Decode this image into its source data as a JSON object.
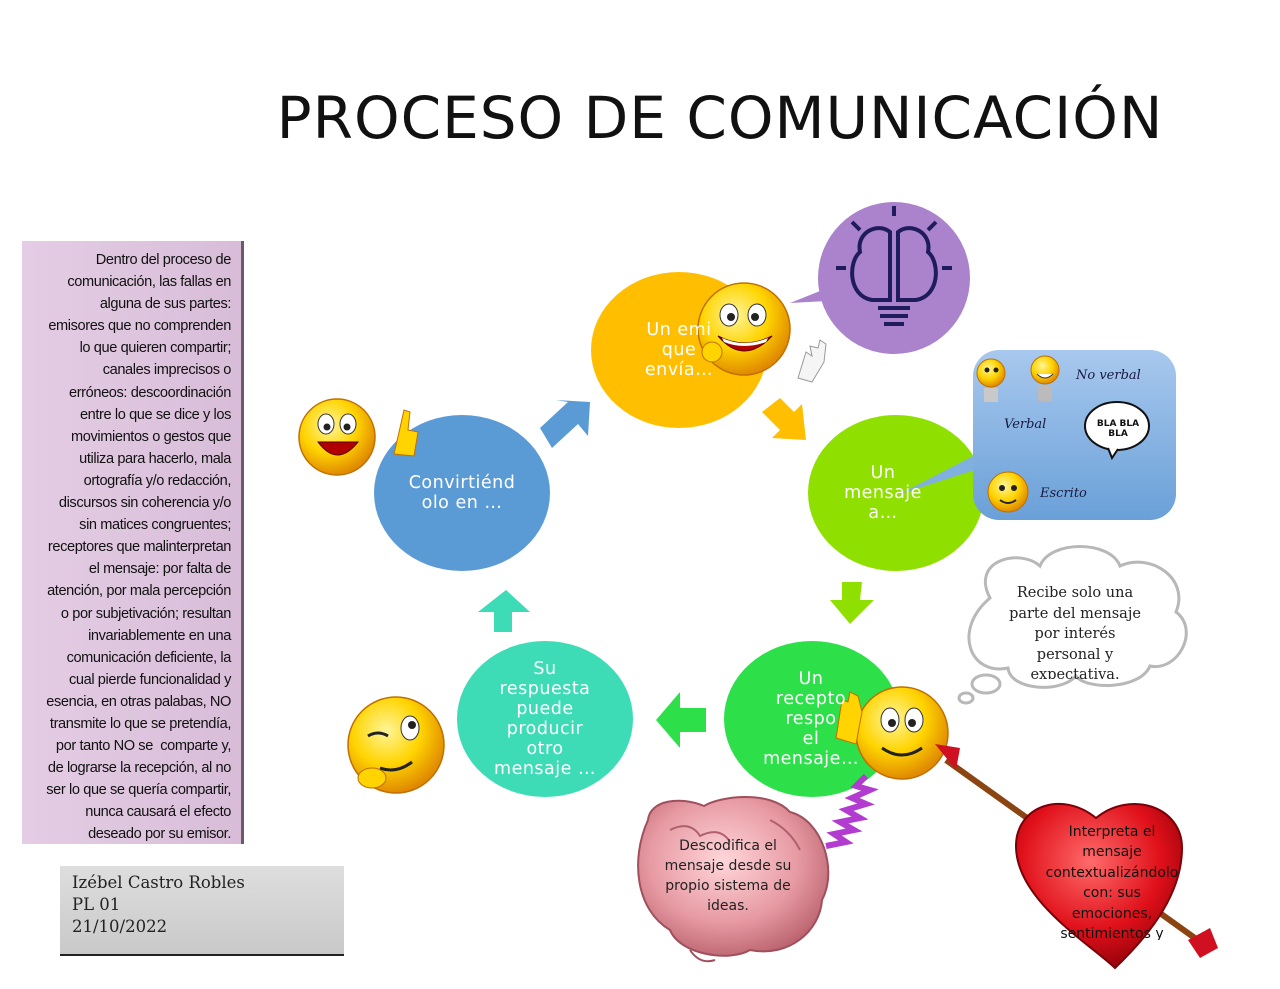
{
  "title": "PROCESO DE COMUNICACIÓN",
  "sidebar": {
    "lines": [
      "Dentro del proceso de",
      "comunicación, las fallas en",
      "alguna de sus partes:",
      "emisores que no comprenden",
      "lo que quieren compartir;",
      "canales imprecisos o",
      "erróneos: descoordinación",
      "entre lo que se dice y los",
      "movimientos o gestos que",
      "utiliza para hacerlo, mala",
      "ortografía y/o redacción,",
      "discursos sin coherencia y/o",
      "sin matices congruentes;",
      "receptores que malinterpretan",
      "el mensaje: por falta de",
      "atención, por mala percepción",
      "o por subjetivación; resultan",
      "invariablemente en una",
      "comunicación deficiente, la",
      "cual pierde funcionalidad y",
      "esencia, en otras palabas, NO",
      "transmite lo que se pretendía,",
      "por tanto NO se  comparte y,",
      "de lograrse la recepción, al no",
      "ser lo que se quería compartir,",
      "nunca causará el efecto",
      "deseado por su emisor."
    ]
  },
  "author": {
    "name": "Izébel Castro Robles",
    "group": "PL 01",
    "date": "21/10/2022"
  },
  "cycle": {
    "emisor": [
      "Un emi",
      "que",
      "envía…"
    ],
    "mensaje": [
      "Un",
      "mensaje",
      "a…"
    ],
    "receptor": [
      "Un",
      "recepto",
      "respo",
      "el",
      "mensaje…"
    ],
    "respuesta": [
      "Su",
      "respuesta",
      "puede",
      "producir",
      "otro",
      "mensaje …"
    ],
    "convirtiendo": [
      "Convirtiénd",
      "olo en …"
    ]
  },
  "callouts": {
    "no_verbal": "No verbal",
    "verbal": "Verbal",
    "bla": "BLA BLA BLA",
    "escrito": "Escrito",
    "cloud": [
      "Recibe solo una",
      "parte del mensaje",
      "por interés",
      "personal y",
      "expectativa."
    ],
    "brain": [
      "Descodifica el",
      "mensaje desde su",
      "propio sistema de",
      "ideas."
    ],
    "heart": [
      "Interpreta el",
      "mensaje",
      "contextualizándolo",
      "con: sus",
      "emociones,",
      "sentimientos y"
    ]
  },
  "colors": {
    "emisor": "#ffbf00",
    "mensaje": "#8fe000",
    "receptor": "#2de04a",
    "respuesta": "#3ddcb6",
    "convirtiendo": "#5b9bd5",
    "idea_bubble": "#ab82cc",
    "types_box": "#7fb0e0",
    "heart": "#e0101a"
  }
}
